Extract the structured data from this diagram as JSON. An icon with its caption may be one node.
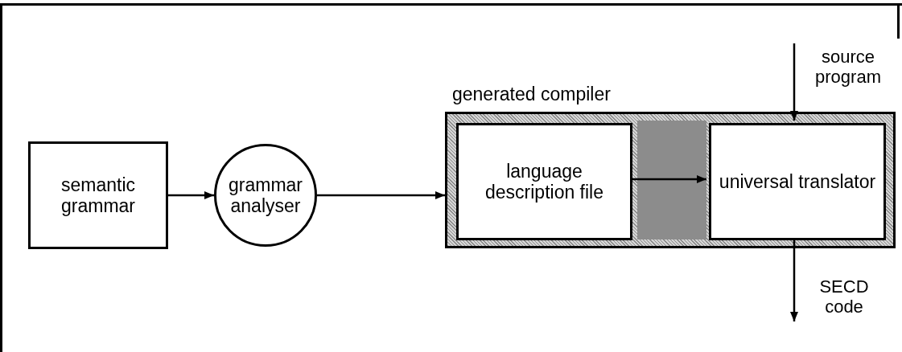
{
  "diagram": {
    "nodes": [
      {
        "text": [
          "semantic grammar"
        ]
      },
      {
        "text": [
          "grammar analyser"
        ]
      },
      {
        "text": [
          "generated compiler"
        ]
      },
      {
        "text": [
          "language description file"
        ],
        "in": 2
      },
      {
        "text": [
          "universal translator"
        ],
        "in": 2
      },
      {
        "text": [
          "source program"
        ]
      },
      {
        "text": [
          "SECD code"
        ]
      }
    ],
    "edges": [
      {
        "from": 0,
        "to": 1,
        "arrow": "to"
      },
      {
        "from": 1,
        "to": 2,
        "arrow": "to"
      },
      {
        "from": 3,
        "to": 4,
        "arrow": "to"
      },
      {
        "from": 5,
        "to": 4,
        "arrow": "to"
      },
      {
        "from": 4,
        "to": 6,
        "arrow": "to"
      }
    ]
  }
}
